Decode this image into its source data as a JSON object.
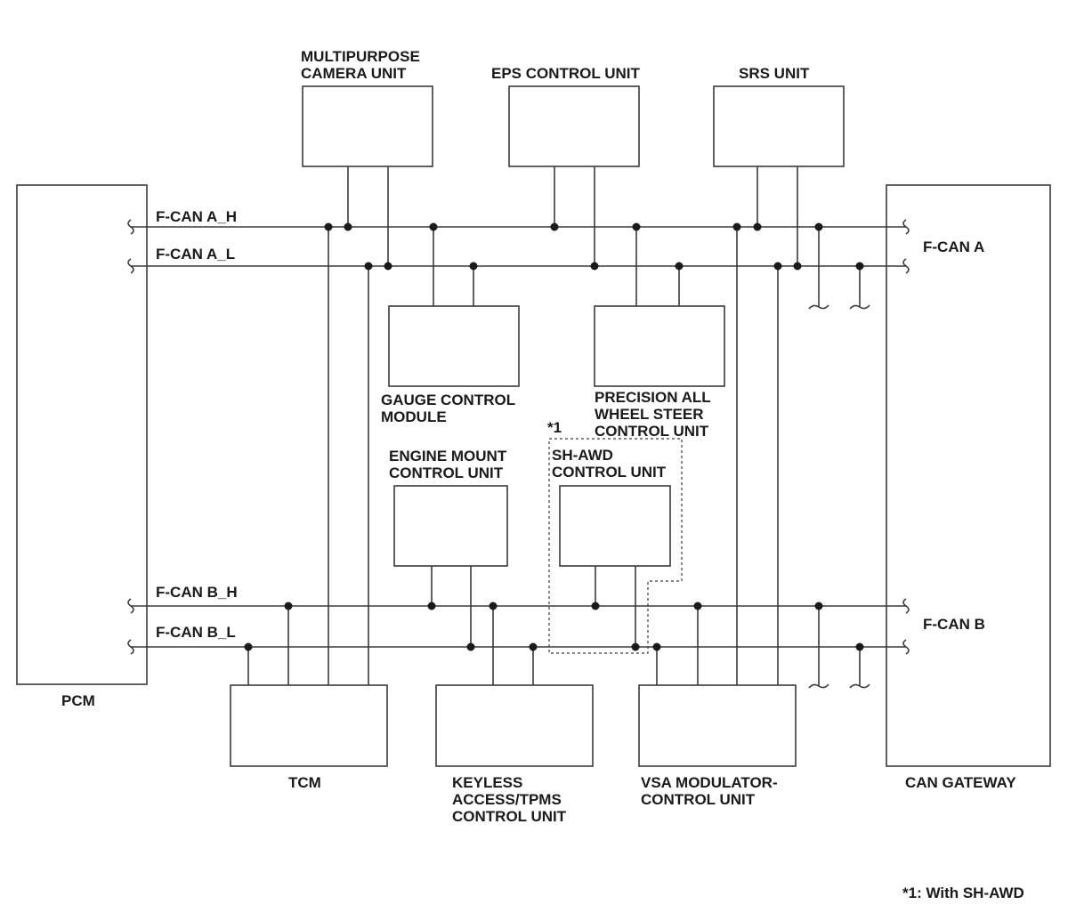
{
  "units": {
    "pcm": {
      "label": "PCM"
    },
    "can_gateway": {
      "label": "CAN GATEWAY"
    },
    "multipurpose_camera": {
      "line1": "MULTIPURPOSE",
      "line2": "CAMERA UNIT"
    },
    "eps": {
      "label": "EPS CONTROL UNIT"
    },
    "srs": {
      "label": "SRS UNIT"
    },
    "gauge": {
      "line1": "GAUGE CONTROL",
      "line2": "MODULE"
    },
    "precision_aws": {
      "line1": "PRECISION ALL",
      "line2": "WHEEL STEER",
      "line3": "CONTROL UNIT"
    },
    "engine_mount": {
      "line1": "ENGINE MOUNT",
      "line2": "CONTROL UNIT"
    },
    "sh_awd": {
      "marker": "*1",
      "line1": "SH-AWD",
      "line2": "CONTROL UNIT"
    },
    "tcm": {
      "label": "TCM"
    },
    "keyless": {
      "line1": "KEYLESS",
      "line2": "ACCESS/TPMS",
      "line3": "CONTROL UNIT"
    },
    "vsa": {
      "line1": "VSA MODULATOR-",
      "line2": "CONTROL UNIT"
    }
  },
  "buses": {
    "can_a_h": "F-CAN A_H",
    "can_a_l": "F-CAN A_L",
    "can_b_h": "F-CAN B_H",
    "can_b_l": "F-CAN B_L",
    "can_a": "F-CAN A",
    "can_b": "F-CAN B"
  },
  "footnote": "*1: With SH-AWD",
  "colors": {
    "line": "#3a3a3a",
    "text": "#1a1a1a"
  }
}
